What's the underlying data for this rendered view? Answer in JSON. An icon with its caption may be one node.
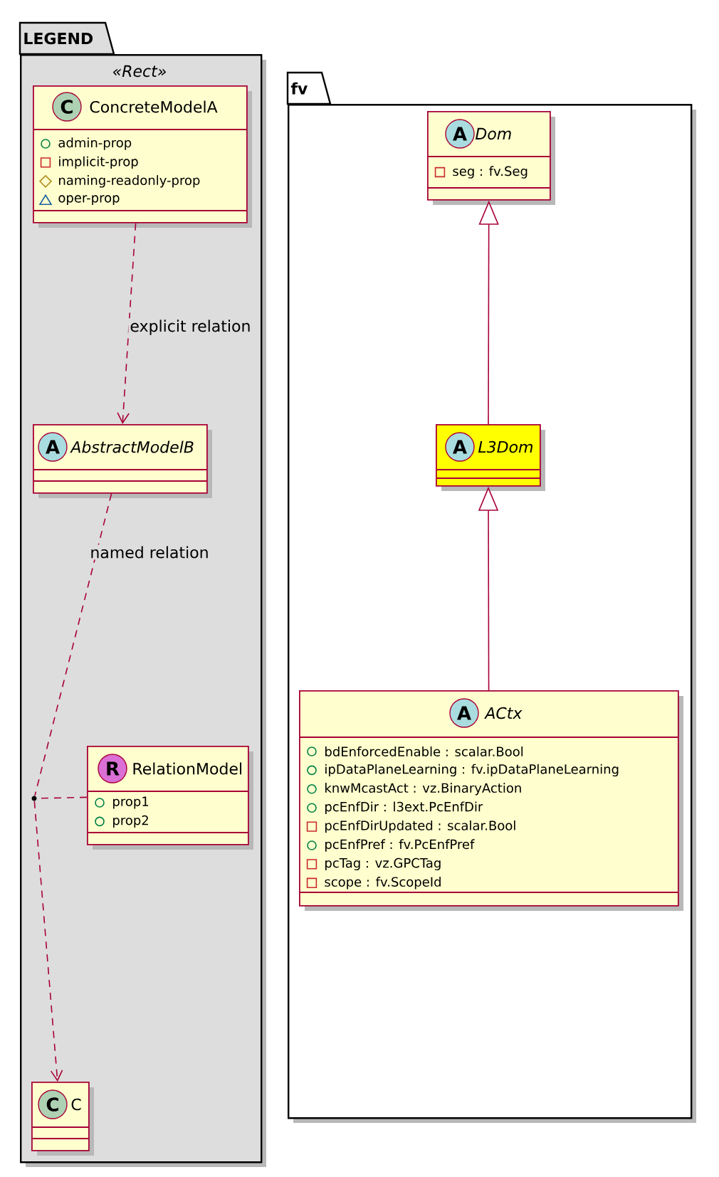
{
  "diagram": {
    "nodes": [
      {
        "text": [
          "LEGEND",
          "«Rect»"
        ]
      },
      {
        "text": [
          "C",
          "ConcreteModelA",
          "admin-prop",
          "implicit-prop",
          "naming-readonly-prop",
          "oper-prop"
        ],
        "in": 0
      },
      {
        "text": [
          "A",
          "AbstractModelB"
        ],
        "in": 0
      },
      {
        "text": [
          "R",
          "RelationModel",
          "prop1",
          "prop2"
        ],
        "in": 0
      },
      {
        "text": [],
        "shape": "circle",
        "in": 0
      },
      {
        "text": [
          "C",
          "C"
        ],
        "in": 0
      },
      {
        "text": [
          "fv"
        ]
      },
      {
        "text": [
          "A",
          "Dom",
          "seg : fv.Seg"
        ],
        "in": 6
      },
      {
        "text": [
          "A",
          "L3Dom"
        ],
        "in": 6
      },
      {
        "text": [
          "A",
          "ACtx",
          "bdEnforcedEnable : scalar.Bool",
          "ipDataPlaneLearning : fv.ipDataPlaneLearning",
          "knwMcastAct : vz.BinaryAction",
          "pcEnfDir : l3ext.PcEnfDir",
          "pcEnfDirUpdated : scalar.Bool",
          "pcEnfPref : fv.PcEnfPref",
          "pcTag : vz.GPCTag",
          "scope : fv.ScopeId"
        ],
        "in": 6
      }
    ],
    "edges": [
      {
        "from": 1,
        "to": 2,
        "arrow": "to",
        "style": "dashed",
        "label": "explicit relation"
      },
      {
        "from": 2,
        "to": 4,
        "arrow": "none",
        "style": "dashed",
        "label": "named relation"
      },
      {
        "from": 3,
        "to": 4,
        "arrow": "none",
        "style": "dashed"
      },
      {
        "from": 4,
        "to": 5,
        "arrow": "to",
        "style": "dashed"
      },
      {
        "from": 8,
        "to": 7,
        "arrow": "to"
      },
      {
        "from": 9,
        "to": 8,
        "arrow": "to"
      }
    ]
  }
}
